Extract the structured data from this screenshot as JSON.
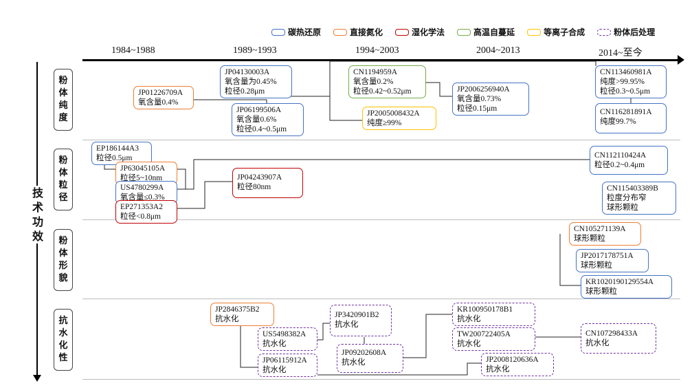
{
  "legend": [
    {
      "label": "碳热还原",
      "color": "#4472c4"
    },
    {
      "label": "直接氮化",
      "color": "#ed7d31"
    },
    {
      "label": "湿化学法",
      "color": "#c00000"
    },
    {
      "label": "高温自蔓延",
      "color": "#70ad47"
    },
    {
      "label": "等离子合成",
      "color": "#ffc000"
    },
    {
      "label": "粉体后处理",
      "color": "#7030a0",
      "dashed": true
    }
  ],
  "periods": [
    "1984~1988",
    "1989~1993",
    "1994~2003",
    "2004~2013",
    "2014~至今"
  ],
  "y_axis_label": [
    "技",
    "术",
    "功",
    "效"
  ],
  "categories": [
    {
      "chars": [
        "粉",
        "体",
        "纯",
        "度"
      ]
    },
    {
      "chars": [
        "粉",
        "体",
        "粒",
        "径"
      ]
    },
    {
      "chars": [
        "粉",
        "体",
        "形",
        "貌"
      ]
    },
    {
      "chars": [
        "抗",
        "水",
        "化",
        "性"
      ]
    }
  ],
  "nodes": {
    "jp01226709a": {
      "lines": [
        "JP01226709A",
        "氧含量0.4%"
      ],
      "method": "直接氮化"
    },
    "jp04130003a": {
      "lines": [
        "JP04130003A",
        "氧含量为0.45%",
        "粒径0.28μm"
      ],
      "method": "碳热还原"
    },
    "jp06199506a": {
      "lines": [
        "JP06199506A",
        "氧含量0.6%",
        "粒径0.4~0.5μm"
      ],
      "method": "碳热还原"
    },
    "cn1194959a": {
      "lines": [
        "CN1194959A",
        "氧含量0.2%",
        "粒径0.42~0.52μm"
      ],
      "method": "高温自蔓延"
    },
    "jp2005008432a": {
      "lines": [
        "JP2005008432A",
        "纯度≥99%"
      ],
      "method": "等离子合成"
    },
    "jp2006256940a": {
      "lines": [
        "JP2006256940A",
        "氧含量0.73%",
        "粒径0.15μm"
      ],
      "method": "碳热还原"
    },
    "cn113460981a": {
      "lines": [
        "CN113460981A",
        "纯度>99.95%",
        "粒径0.3~0.5μm"
      ],
      "method": "碳热还原"
    },
    "cn116281891a": {
      "lines": [
        "CN116281891A",
        "纯度99.7%"
      ],
      "method": "碳热还原"
    },
    "ep186144a3": {
      "lines": [
        "EP186144A3",
        "粒径0.5μm"
      ],
      "method": "碳热还原"
    },
    "jp63045105a": {
      "lines": [
        "JP63045105A",
        "粒径5~10nm"
      ],
      "method": "直接氮化"
    },
    "us4780299a": {
      "lines": [
        "US4780299A",
        "氧含量≤0.3%"
      ],
      "method": "碳热还原"
    },
    "ep271353a2": {
      "lines": [
        "EP271353A2",
        "粒径<0.8μm"
      ],
      "method": "湿化学法"
    },
    "jp04243907a": {
      "lines": [
        "JP04243907A",
        "粒径80nm"
      ],
      "method": "湿化学法"
    },
    "cn112110424a": {
      "lines": [
        "CN112110424A",
        "粒径0.2~0.4μm"
      ],
      "method": "碳热还原"
    },
    "cn115403389b": {
      "lines": [
        "CN115403389B",
        "粒度分布窄",
        "球形颗粒"
      ],
      "method": "碳热还原"
    },
    "cn105271139a": {
      "lines": [
        "CN105271139A",
        "球形颗粒"
      ],
      "method": "直接氮化"
    },
    "jp2017178751a": {
      "lines": [
        "JP2017178751A",
        "球形颗粒"
      ],
      "method": "碳热还原"
    },
    "kr1020190129554a": {
      "lines": [
        "KR1020190129554A",
        "球形颗粒"
      ],
      "method": "碳热还原"
    },
    "jp2846375b2": {
      "lines": [
        "JP2846375B2",
        "抗水化"
      ],
      "method": "直接氮化"
    },
    "us5498382a": {
      "lines": [
        "US5498382A",
        "抗水化"
      ],
      "method": "粉体后处理"
    },
    "jp3420901b2": {
      "lines": [
        "JP3420901B2",
        "抗水化"
      ],
      "method": "粉体后处理"
    },
    "jp09202608a": {
      "lines": [
        "JP09202608A",
        "抗水化"
      ],
      "method": "粉体后处理"
    },
    "jp06115912a": {
      "lines": [
        "JP06115912A",
        "抗水化"
      ],
      "method": "粉体后处理"
    },
    "kr100950178b1": {
      "lines": [
        "KR100950178B1",
        "抗水化"
      ],
      "method": "粉体后处理"
    },
    "tw200722405a": {
      "lines": [
        "TW200722405A",
        "抗水化"
      ],
      "method": "粉体后处理"
    },
    "jp2008120636a": {
      "lines": [
        "JP2008120636A",
        "抗水化"
      ],
      "method": "粉体后处理"
    },
    "cn107298433a": {
      "lines": [
        "CN107298433A",
        "抗水化"
      ],
      "method": "粉体后处理"
    }
  }
}
